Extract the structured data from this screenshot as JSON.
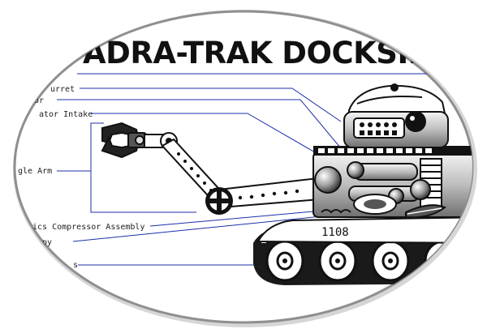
{
  "title": "ADRA-TRAK DOCKSIDE LOAD",
  "unit_number": "1108",
  "callouts": [
    "urret",
    "or",
    "ator Intake",
    "gle Arm",
    "ics Compressor Assembly",
    "nopy",
    "s"
  ],
  "colors": {
    "leader_line": "#1c2fa8",
    "outline": "#9a9a9a",
    "ink": "#111111",
    "tread": "#1a1a1a"
  },
  "icons": [
    "claw-gripper-icon",
    "crosshair-joint-icon"
  ]
}
